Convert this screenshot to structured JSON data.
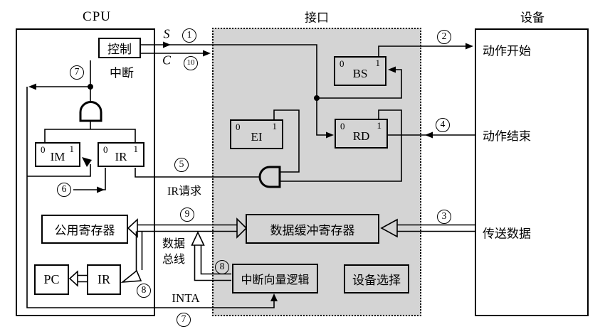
{
  "titles": {
    "cpu": "CPU",
    "interface": "接口",
    "device": "设备"
  },
  "cpu": {
    "control": "控制",
    "interrupt_label": "中断",
    "im": "IM",
    "ir_ff": "IR",
    "gpr": "公用寄存器",
    "pc": "PC",
    "ir_reg": "IR",
    "signal_s": "S",
    "signal_c": "C",
    "ir_request": "IR请求",
    "data_bus_line1": "数据",
    "data_bus_line2": "总线",
    "inta": "INTA"
  },
  "interface": {
    "ei": "EI",
    "bs": "BS",
    "rd": "RD",
    "buffer": "数据缓冲寄存器",
    "int_vector": "中断向量逻辑",
    "dev_select": "设备选择"
  },
  "device": {
    "start": "动作开始",
    "end": "动作结束",
    "transfer": "传送数据"
  },
  "flipflop": {
    "zero": "0",
    "one": "1"
  },
  "steps": {
    "s1": "1",
    "s2": "2",
    "s3": "3",
    "s4": "4",
    "s5": "5",
    "s6": "6",
    "s7": "7",
    "s8": "8",
    "s9": "9",
    "s10": "10"
  },
  "colors": {
    "line": "#000000",
    "interface_bg": "#d4d4d4",
    "background": "#ffffff"
  }
}
